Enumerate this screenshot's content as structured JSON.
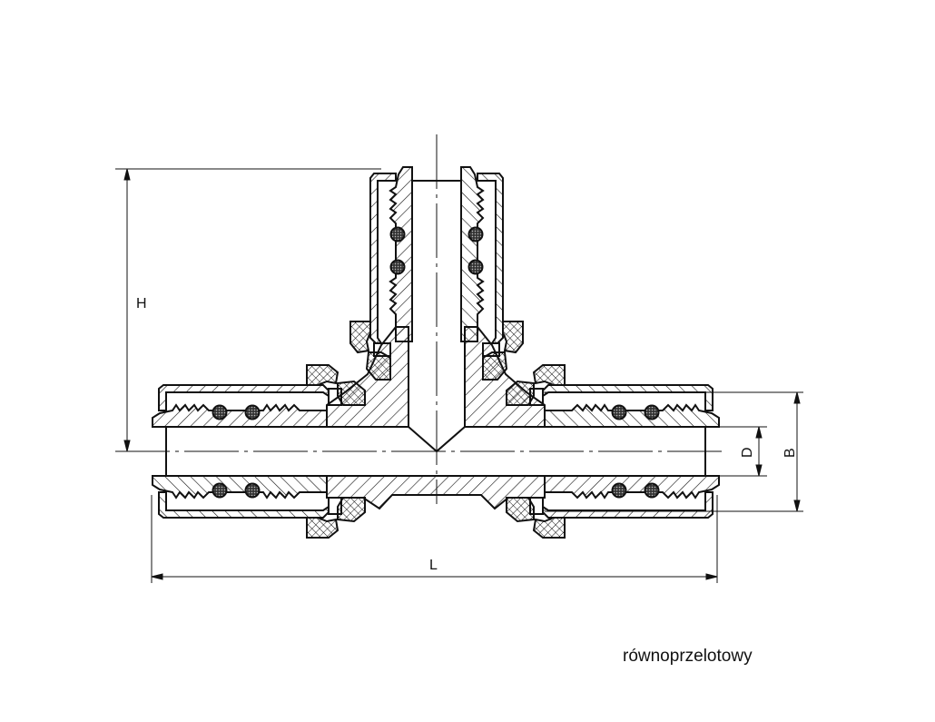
{
  "drawing": {
    "dimensions": {
      "height_label": "H",
      "length_label": "L",
      "inner_diameter_label": "D",
      "outer_diameter_label": "B"
    },
    "caption": "równoprzelotowy",
    "colors": {
      "line": "#111111",
      "background": "#ffffff"
    }
  }
}
